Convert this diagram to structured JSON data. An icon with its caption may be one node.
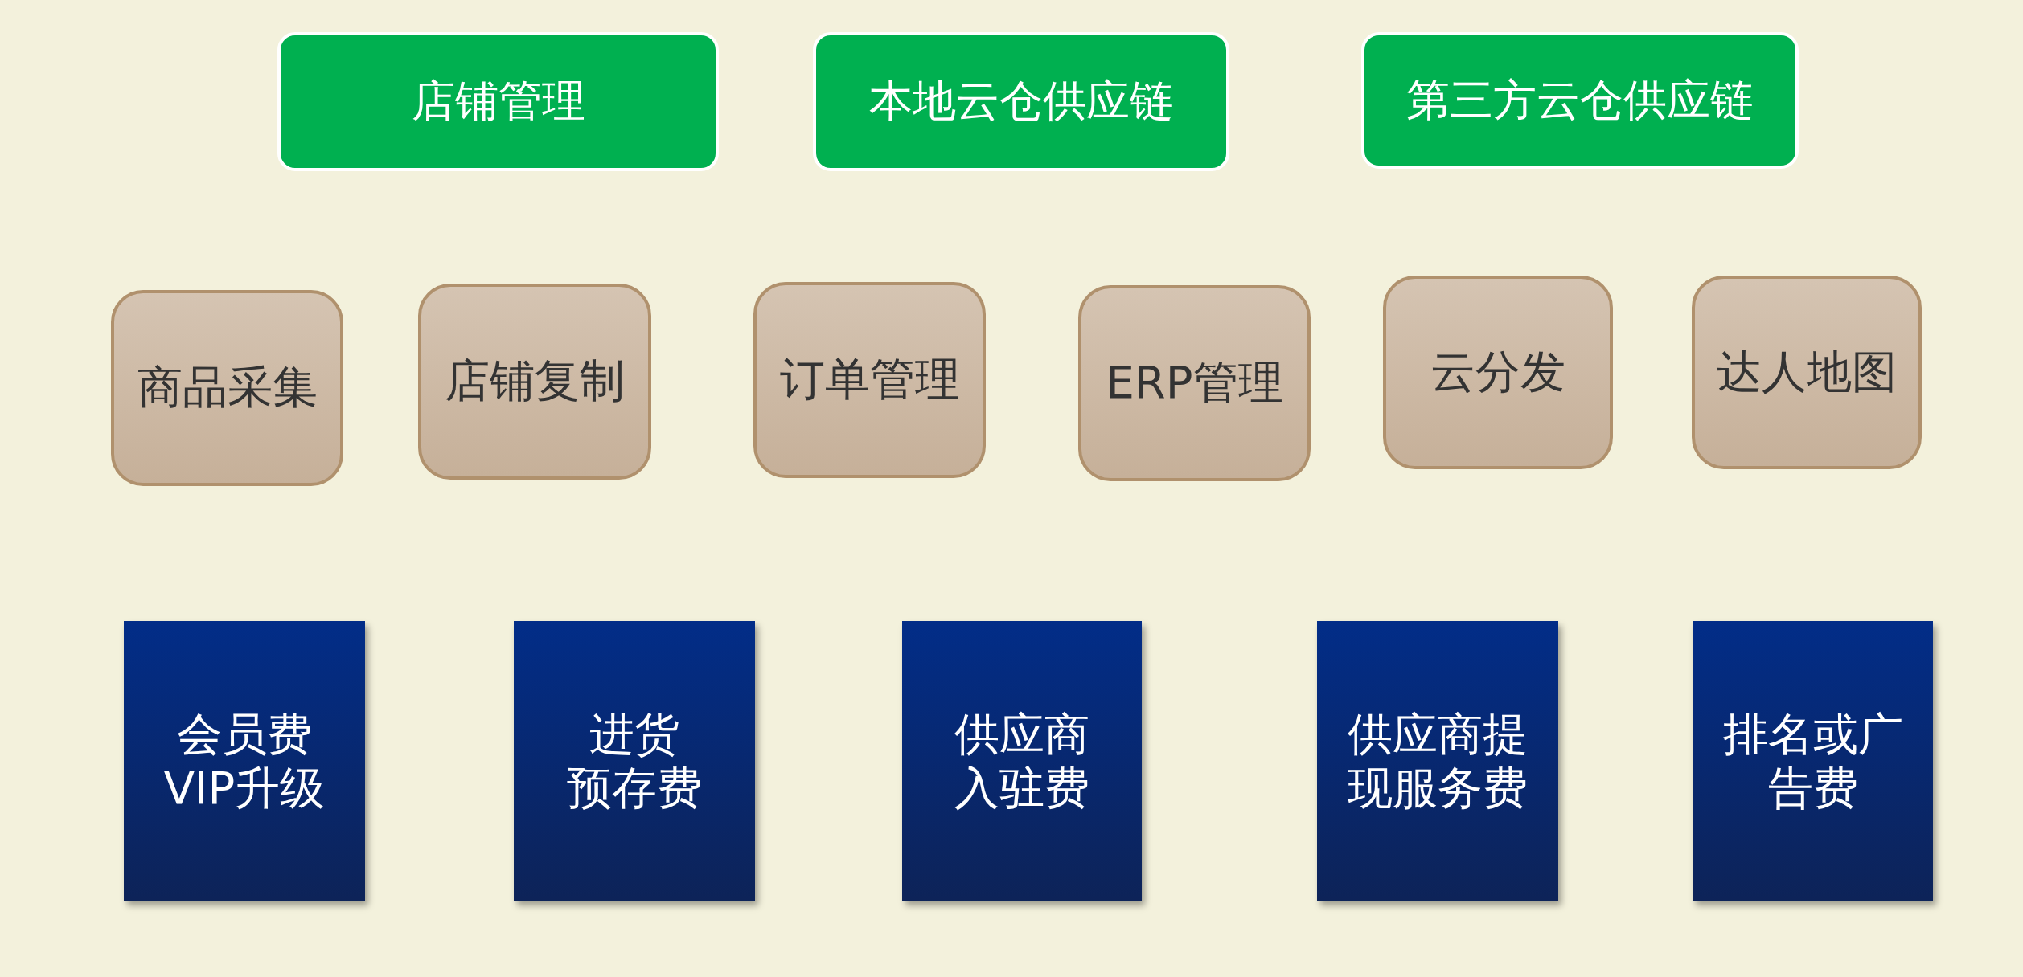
{
  "diagram": {
    "nodes": [
      {
        "text": [
          "店铺管理"
        ]
      },
      {
        "text": [
          "本地云仓供应链"
        ]
      },
      {
        "text": [
          "第三方云仓供应链"
        ]
      },
      {
        "text": [
          "商品采集"
        ]
      },
      {
        "text": [
          "店铺复制"
        ]
      },
      {
        "text": [
          "订单管理"
        ]
      },
      {
        "text": [
          "ERP管理"
        ]
      },
      {
        "text": [
          "云分发"
        ]
      },
      {
        "text": [
          "达人地图"
        ]
      },
      {
        "text": [
          "会员费",
          "VIP升级"
        ]
      },
      {
        "text": [
          "进货",
          "预存费"
        ]
      },
      {
        "text": [
          "供应商",
          "入驻费"
        ]
      },
      {
        "text": [
          "供应商提",
          "现服务费"
        ]
      },
      {
        "text": [
          "排名或广",
          "告费"
        ]
      }
    ]
  }
}
